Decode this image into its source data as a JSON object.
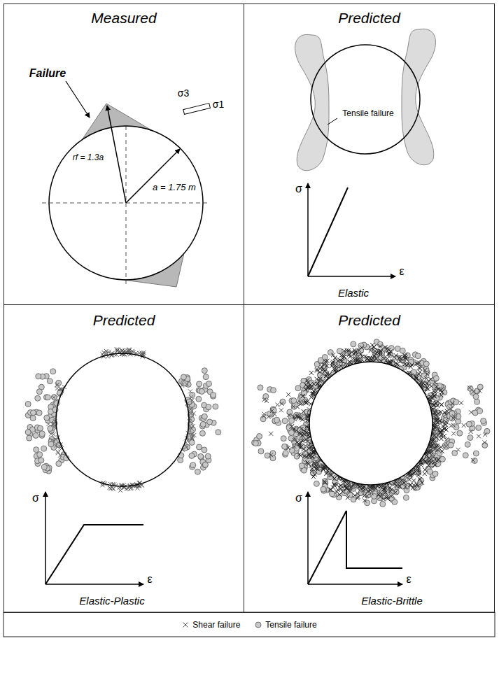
{
  "diagram": {
    "nodes": [
      {
        "text": [
          "Measured"
        ]
      },
      {
        "text": [
          "Predicted"
        ]
      },
      {
        "text": [
          "Predicted"
        ]
      },
      {
        "text": [
          "Predicted"
        ]
      }
    ],
    "labels": [
      "Failure",
      "rf = 1.3a",
      "a = 1.75 m",
      "σ3",
      "σ1",
      "Tensile failure",
      "σ",
      "ε",
      "Elastic",
      "σ",
      "ε",
      "Elastic-Plastic",
      "σ",
      "ε",
      "Elastic-Brittle"
    ],
    "legend": [
      {
        "text": "Shear failure"
      },
      {
        "text": "Tensile failure"
      }
    ]
  }
}
